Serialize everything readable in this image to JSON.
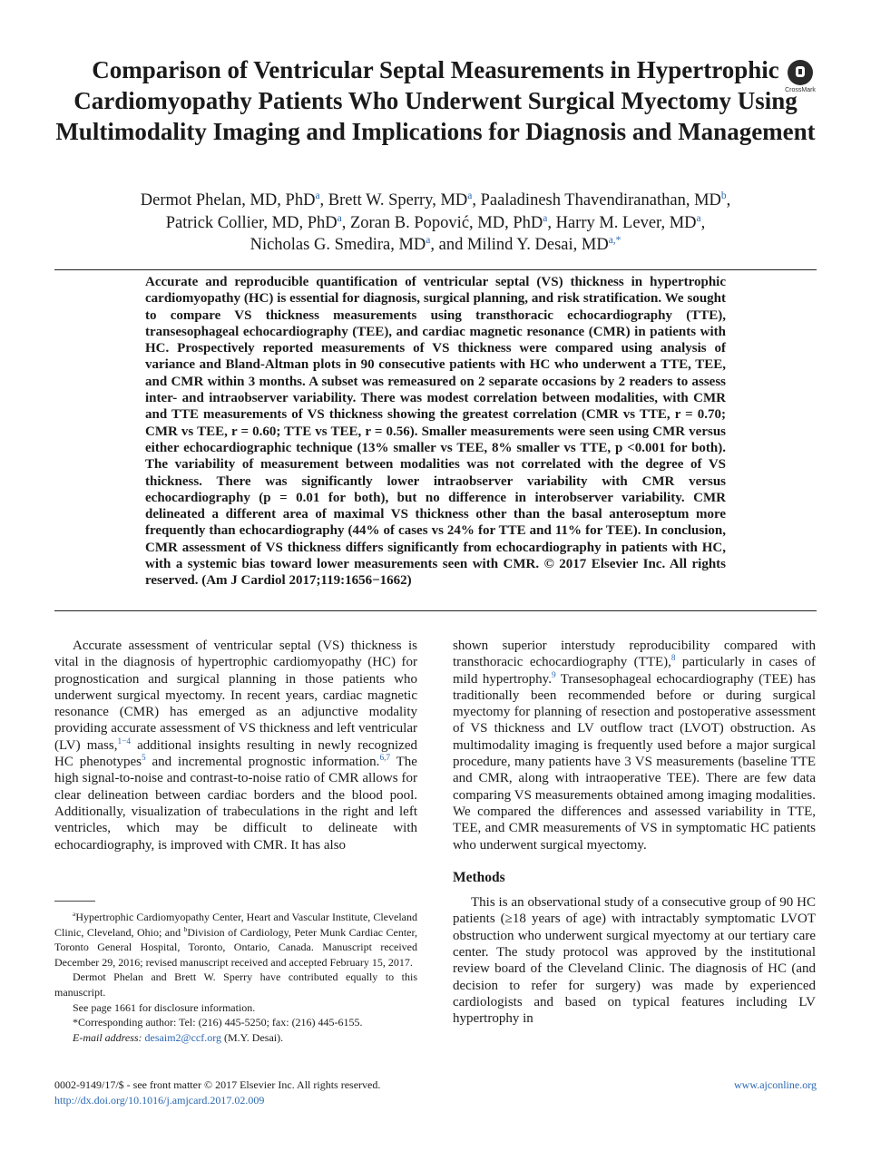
{
  "title": "Comparison of Ventricular Septal Measurements in Hypertrophic Cardiomyopathy Patients Who Underwent Surgical Myectomy Using Multimodality Imaging and Implications for Diagnosis and Management",
  "crossmark_label": "CrossMark",
  "authors": {
    "line1": [
      {
        "name": "Dermot Phelan, MD, PhD",
        "aff": "a",
        "sep": ", "
      },
      {
        "name": "Brett W. Sperry, MD",
        "aff": "a",
        "sep": ", "
      },
      {
        "name": "Paaladinesh Thavendiranathan, MD",
        "aff": "b",
        "sep": ","
      }
    ],
    "line2": [
      {
        "name": "Patrick Collier, MD, PhD",
        "aff": "a",
        "sep": ", "
      },
      {
        "name": "Zoran B. Popović, MD, PhD",
        "aff": "a",
        "sep": ", "
      },
      {
        "name": "Harry M. Lever, MD",
        "aff": "a",
        "sep": ","
      }
    ],
    "line3": [
      {
        "name": "Nicholas G. Smedira, MD",
        "aff": "a",
        "sep": ", and "
      },
      {
        "name": "Milind Y. Desai, MD",
        "aff": "a,*",
        "sep": ""
      }
    ]
  },
  "abstract": "Accurate and reproducible quantification of ventricular septal (VS) thickness in hypertrophic cardiomyopathy (HC) is essential for diagnosis, surgical planning, and risk stratification. We sought to compare VS thickness measurements using transthoracic echocardiography (TTE), transesophageal echocardiography (TEE), and cardiac magnetic resonance (CMR) in patients with HC. Prospectively reported measurements of VS thickness were compared using analysis of variance and Bland-Altman plots in 90 consecutive patients with HC who underwent a TTE, TEE, and CMR within 3 months. A subset was remeasured on 2 separate occasions by 2 readers to assess inter- and intraobserver variability. There was modest correlation between modalities, with CMR and TTE measurements of VS thickness showing the greatest correlation (CMR vs TTE, r = 0.70; CMR vs TEE, r = 0.60; TTE vs TEE, r = 0.56). Smaller measurements were seen using CMR versus either echocardiographic technique (13% smaller vs TEE, 8% smaller vs TTE, p <0.001 for both). The variability of measurement between modalities was not correlated with the degree of VS thickness. There was significantly lower intraobserver variability with CMR versus echocardiography (p = 0.01 for both), but no difference in interobserver variability. CMR delineated a different area of maximal VS thickness other than the basal anteroseptum more frequently than echocardiography (44% of cases vs 24% for TTE and 11% for TEE). In conclusion, CMR assessment of VS thickness differs significantly from echocardiography in patients with HC, with a systemic bias toward lower measurements seen with CMR. © 2017 Elsevier Inc. All rights reserved. (Am J Cardiol 2017;119:1656−1662)",
  "intro_left": [
    {
      "t": "Accurate assessment of ventricular septal (VS) thickness is vital in the diagnosis of hypertrophic cardiomyopathy (HC) for prognostication and surgical planning in those patients who underwent surgical myectomy. In recent years, cardiac magnetic resonance (CMR) has emerged as an adjunctive modality providing accurate assessment of VS thickness and left ventricular (LV) mass,"
    },
    {
      "r": "1−4"
    },
    {
      "t": " additional insights resulting in newly recognized HC phenotypes"
    },
    {
      "r": "5"
    },
    {
      "t": " and incremental prognostic information."
    },
    {
      "r": "6,7"
    },
    {
      "t": " The high signal-to-noise and contrast-to-noise ratio of CMR allows for clear delineation between cardiac borders and the blood pool. Additionally, visualization of trabeculations in the right and left ventricles, which may be difficult to delineate with echocardiography, is improved with CMR. It has also"
    }
  ],
  "intro_right": [
    {
      "t": "shown superior interstudy reproducibility compared with transthoracic echocardiography (TTE),"
    },
    {
      "r": "8"
    },
    {
      "t": " particularly in cases of mild hypertrophy."
    },
    {
      "r": "9"
    },
    {
      "t": " Transesophageal echocardiography (TEE) has traditionally been recommended before or during surgical myectomy for planning of resection and postoperative assessment of VS thickness and LV outflow tract (LVOT) obstruction. As multimodality imaging is frequently used before a major surgical procedure, many patients have 3 VS measurements (baseline TTE and CMR, along with intraoperative TEE). There are few data comparing VS measurements obtained among imaging modalities. We compared the differences and assessed variability in TTE, TEE, and CMR measurements of VS in symptomatic HC patients who underwent surgical myectomy."
    }
  ],
  "methods_heading": "Methods",
  "methods_text": "This is an observational study of a consecutive group of 90 HC patients (≥18 years of age) with intractably symptomatic LVOT obstruction who underwent surgical myectomy at our tertiary care center. The study protocol was approved by the institutional review board of the Cleveland Clinic. The diagnosis of HC (and decision to refer for surgery) was made by experienced cardiologists and based on typical features including LV hypertrophy in",
  "footnotes": {
    "aff_a_mark": "a",
    "aff_a": "Hypertrophic Cardiomyopathy Center, Heart and Vascular Institute, Cleveland Clinic, Cleveland, Ohio; and ",
    "aff_b_mark": "b",
    "aff_b": "Division of Cardiology, Peter Munk Cardiac Center, Toronto General Hospital, Toronto, Ontario, Canada. Manuscript received December 29, 2016; revised manuscript received and accepted February 15, 2017.",
    "equal": "Dermot Phelan and Brett W. Sperry have contributed equally to this manuscript.",
    "disclosure": "See page 1661 for disclosure information.",
    "corresponding": "*Corresponding author: Tel: (216) 445-5250; fax: (216) 445-6155.",
    "email_label": "E-mail address:",
    "email": "desaim2@ccf.org",
    "email_who": " (M.Y. Desai)."
  },
  "bottom": {
    "issn": "0002-9149/17/$ - see front matter © 2017 Elsevier Inc. All rights reserved.",
    "doi": "http://dx.doi.org/10.1016/j.amjcard.2017.02.009",
    "website": "www.ajconline.org"
  },
  "colors": {
    "link": "#2a67b1",
    "text": "#1a1a1a"
  }
}
